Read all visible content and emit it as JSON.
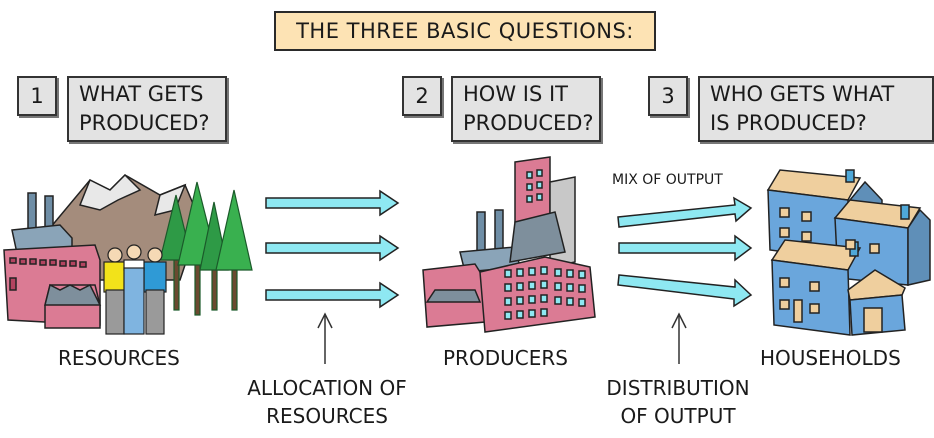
{
  "title": "THE THREE BASIC QUESTIONS:",
  "questions": [
    {
      "number": "1",
      "line1": "WHAT GETS",
      "line2": "PRODUCED?"
    },
    {
      "number": "2",
      "line1": "HOW IS IT",
      "line2": "PRODUCED?"
    },
    {
      "number": "3",
      "line1": "WHO GETS WHAT",
      "line2": "IS PRODUCED?"
    }
  ],
  "nodes": {
    "resources": "RESOURCES",
    "producers": "PRODUCERS",
    "households": "HOUSEHOLDS"
  },
  "flows": {
    "allocation_line1": "ALLOCATION OF",
    "allocation_line2": "RESOURCES",
    "distribution_line1": "DISTRIBUTION",
    "distribution_line2": "OF OUTPUT",
    "mix_of_output": "MIX OF OUTPUT"
  },
  "colors": {
    "title_bg": "#fde3b4",
    "question_bg": "#e3e3e3",
    "arrow_fill": "#8ee8f2",
    "factory_pink": "#d9738a",
    "house_blue": "#6aa6dc",
    "roof_tan": "#efcf9e",
    "tree_green": "#2fa84a"
  }
}
